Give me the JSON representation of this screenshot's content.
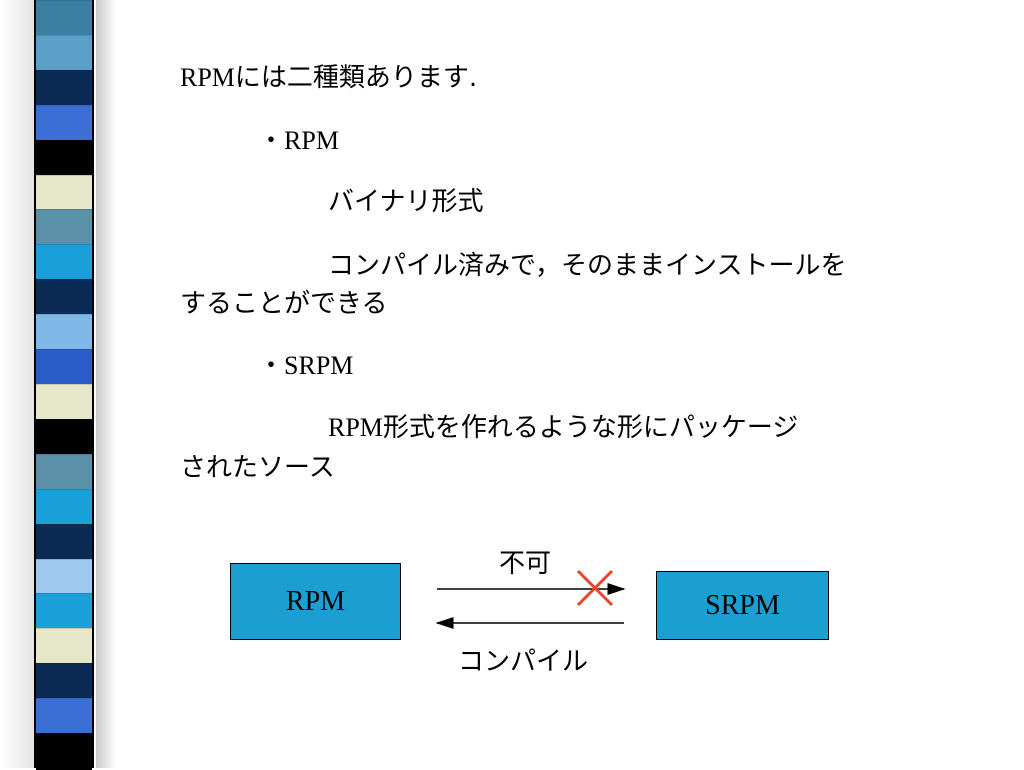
{
  "slide": {
    "intro": {
      "latin": "RPM",
      "rest": "には二種類あります."
    },
    "items": [
      {
        "bullet": "・",
        "name": "RPM",
        "desc_lines": [
          {
            "parts": [
              {
                "t": "バイナリ形式",
                "serif": false
              }
            ]
          },
          {
            "parts": [
              {
                "t": "コンパイル済みで，そのままインストールを",
                "serif": false
              }
            ]
          },
          {
            "parts": [
              {
                "t": "することができる",
                "serif": false
              }
            ]
          }
        ]
      },
      {
        "bullet": "・",
        "name": "SRPM",
        "desc_lines": [
          {
            "parts": [
              {
                "t": "RPM",
                "serif": true
              },
              {
                "t": "形式を作れるような形にパッケージ",
                "serif": false
              }
            ]
          },
          {
            "parts": [
              {
                "t": "されたソース",
                "serif": false
              }
            ]
          }
        ]
      }
    ]
  },
  "diagram": {
    "left_box": "RPM",
    "right_box": "SRPM",
    "forward_label": "不可",
    "backward_label": "コンパイル",
    "cross_mark": "×",
    "box_color": "#1a9fd0",
    "cross_color": "#e8442a"
  },
  "stripe_colors": [
    "#3b7fa3",
    "#5a9fc7",
    "#0b2a55",
    "#3b6fd6",
    "#000000",
    "#e6e6c8",
    "#5a90a8",
    "#1aa0d8",
    "#0b2a55",
    "#7fb8e6",
    "#2a5cc8",
    "#e6e6c8",
    "#000000",
    "#5a90a8",
    "#1aa0d8",
    "#0b2a55",
    "#9fc8f0",
    "#1aa0d8",
    "#e6e6c8",
    "#0b2a55",
    "#3b6fd6",
    "#000000"
  ]
}
